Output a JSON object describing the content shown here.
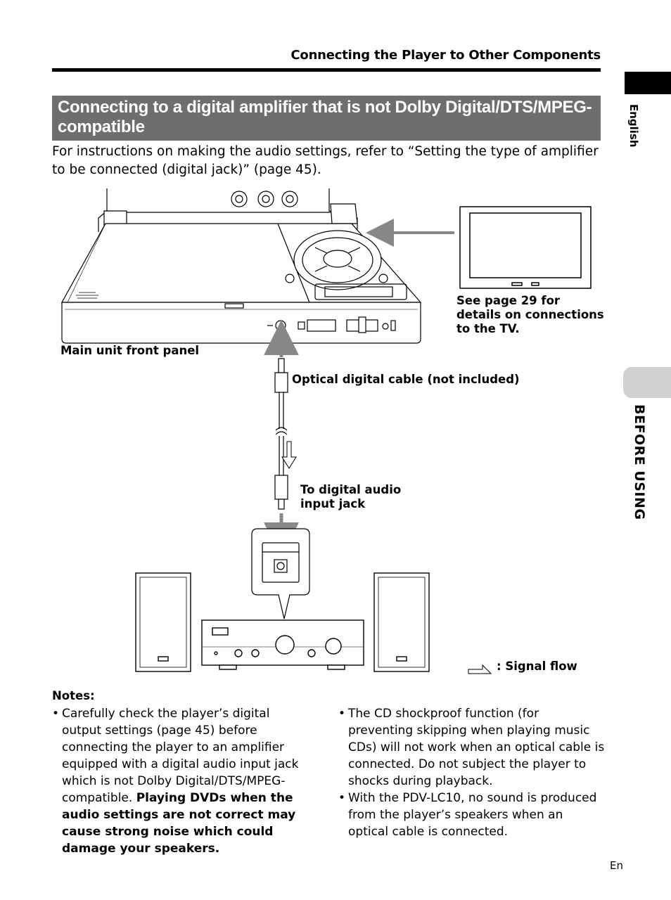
{
  "running_head": "Connecting the Player to Other Components",
  "section_title": "Connecting to a digital amplifier that is not Dolby Digital/DTS/MPEG-compatible",
  "intro": "For instructions on making the audio settings, refer to “Setting the type of amplifier to be connected (digital jack)” (page 45).",
  "side_tabs": {
    "language": "English",
    "section": "BEFORE USING"
  },
  "diagram": {
    "tv_note": "See page 29 for details on connections to the TV.",
    "front_panel": "Main unit front panel",
    "cable": "Optical digital cable (not included)",
    "input_jack": "To digital audio input jack",
    "signal_flow": ": Signal flow"
  },
  "notes": {
    "heading": "Notes:",
    "note1_text": "Carefully check the player’s digital output settings (page 45) before connecting the player to an amplifier equipped with a digital audio input jack which is not Dolby Digital/DTS/MPEG-compatible.",
    "note1_bold": "Playing DVDs when the audio settings are not correct may cause strong noise which could damage your speakers.",
    "note2": "The CD shockproof function (for preventing skipping when playing music CDs) will not work when an optical cable is connected.  Do not subject the player to shocks during playback.",
    "note3": "With the PDV-LC10, no sound is produced from the player’s speakers when an optical cable is connected."
  },
  "page_number": "En"
}
